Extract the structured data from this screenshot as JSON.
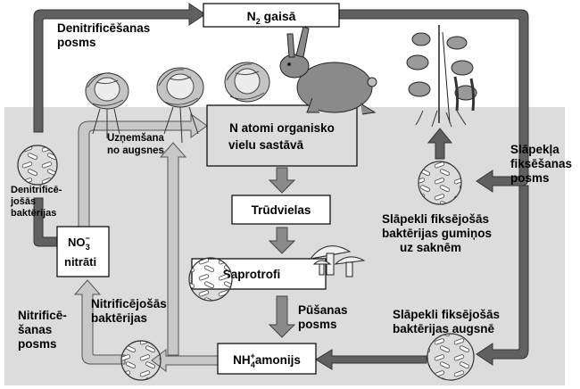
{
  "nodes": {
    "n2_air": {
      "prefix": "N",
      "sub": "2",
      "suffix": " gaisā"
    },
    "organic_n": {
      "line1": "N atomi organisko",
      "line2": "vielu sastāvā"
    },
    "humus": "Trūdvielas",
    "saprotrophs": "Saprotrofi",
    "ammonium": {
      "prefix": "NH",
      "sub": "4",
      "sup": "+",
      "suffix": "amonijs"
    },
    "nitrate": {
      "formula_prefix": "NO",
      "sub": "3",
      "sup": "−",
      "name": "nitrāti"
    }
  },
  "labels": {
    "denitrification_stage": [
      "Denitrificēšanas",
      "posms"
    ],
    "denitrifying_bacteria": [
      "Denitrificē-",
      "jošās",
      "baktērijas"
    ],
    "uptake": [
      "Uzņemšana",
      "no augsnes"
    ],
    "nitrogen_fixation_stage": [
      "Slāpekļa",
      "fiksēšanas",
      "posms"
    ],
    "nodule_bacteria": [
      "Slāpekli fiksējošās",
      "baktērijas gumiņos",
      "uz saknēm"
    ],
    "soil_fixing_bacteria": [
      "Slāpekli fiksējošās",
      "baktērijas augsnē"
    ],
    "decay_stage": [
      "Pūšanas",
      "posms"
    ],
    "nitrifying_bacteria": [
      "Nitrificējošās",
      "baktērijas"
    ],
    "nitrification_stage": [
      "Nitrificē-",
      "šanas",
      "posms"
    ]
  },
  "colors": {
    "soil": "#dcdcdc",
    "arrow_dark": "#606060",
    "arrow_light": "#c8c8c8",
    "cabbage": "#c4c4c4",
    "rabbit": "#8a8a8a"
  }
}
